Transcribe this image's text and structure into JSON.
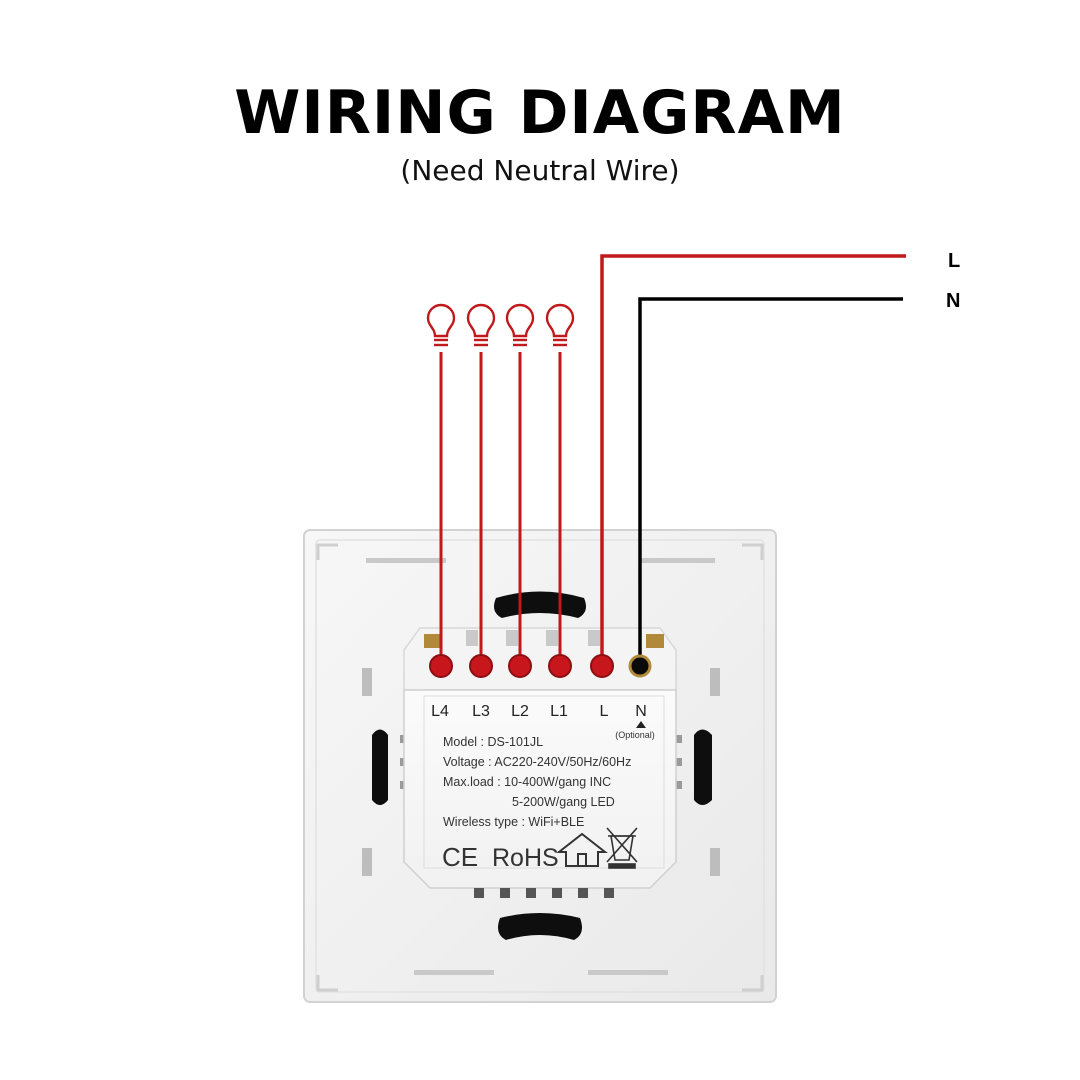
{
  "title": "WIRING DIAGRAM",
  "subtitle": "(Need Neutral Wire)",
  "lines": {
    "live": "L",
    "neutral": "N"
  },
  "terminals": [
    "L4",
    "L3",
    "L2",
    "L1",
    "L",
    "N"
  ],
  "optional_label": "(Optional)",
  "specs": {
    "model": "Model : DS-101JL",
    "voltage": "Voltage : AC220-240V/50Hz/60Hz",
    "maxload": "Max.load : 10-400W/gang  INC",
    "maxload2": "5-200W/gang  LED",
    "wireless": "Wireless type : WiFi+BLE"
  },
  "certs": {
    "ce": "CE",
    "rohs": "RoHS"
  },
  "colors": {
    "live_wire": "#c0181b",
    "neutral_wire": "#000000",
    "terminal_red": "#c8161d"
  }
}
